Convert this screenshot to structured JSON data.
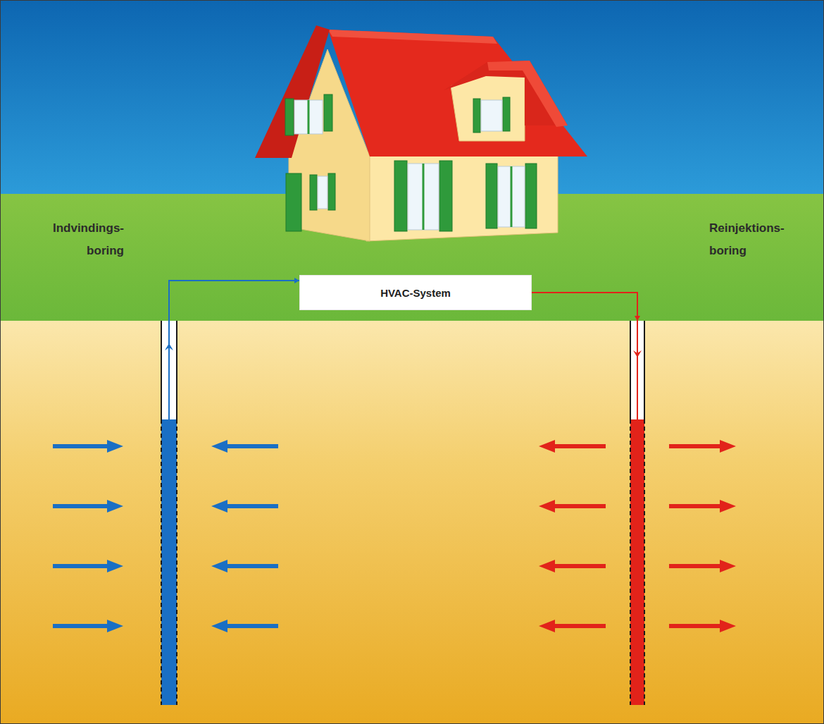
{
  "diagram": {
    "nodes": [
      {
        "text": [
          "HVAC-System"
        ]
      },
      {
        "text": [
          "Indvindings- boring"
        ]
      },
      {
        "text": [
          "Reinjektions- boring"
        ]
      }
    ],
    "edges": [
      {
        "from": 1,
        "to": 0,
        "arrow": "to"
      },
      {
        "from": 0,
        "to": 2,
        "arrow": "to"
      }
    ]
  }
}
